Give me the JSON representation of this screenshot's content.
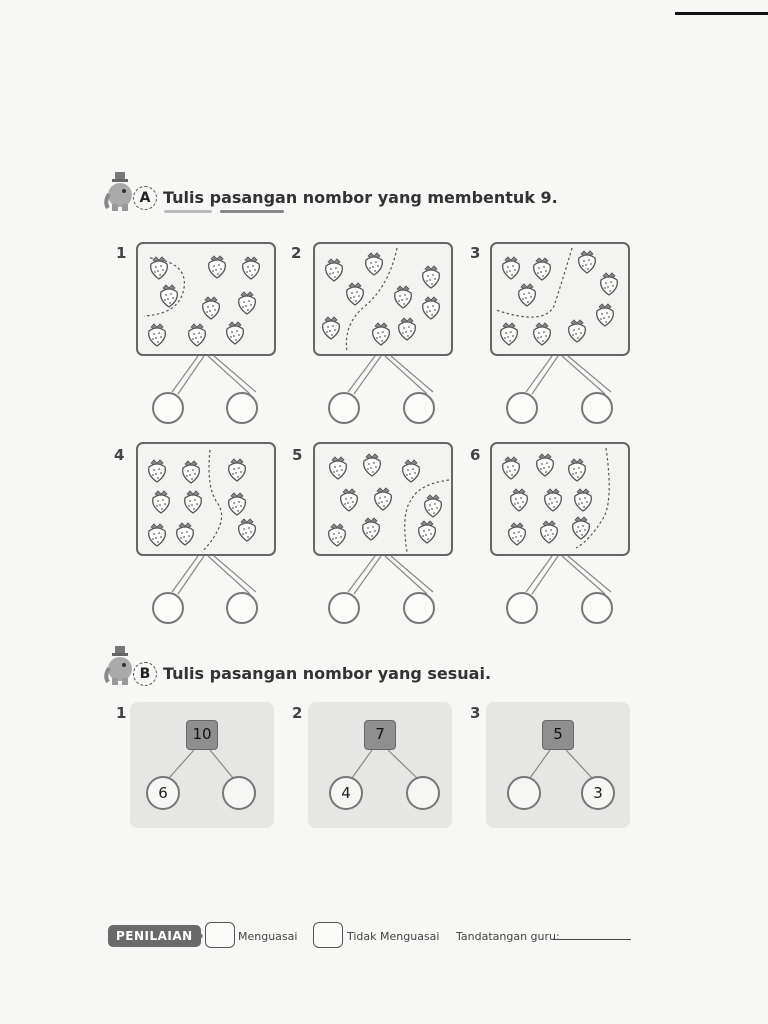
{
  "section_a": {
    "badge": "A",
    "instruction": "Tulis pasangan nombor yang membentuk 9.",
    "questions": [
      {
        "number": "1"
      },
      {
        "number": "2"
      },
      {
        "number": "3"
      },
      {
        "number": "4"
      },
      {
        "number": "5"
      },
      {
        "number": "6"
      }
    ]
  },
  "section_b": {
    "badge": "B",
    "instruction": "Tulis pasangan nombor yang sesuai.",
    "questions": [
      {
        "number": "1",
        "whole": "10",
        "left": "6",
        "right": ""
      },
      {
        "number": "2",
        "whole": "7",
        "left": "4",
        "right": ""
      },
      {
        "number": "3",
        "whole": "5",
        "left": "",
        "right": "3"
      }
    ]
  },
  "assessment": {
    "tag": "PENILAIAN",
    "option_1": "Menguasai",
    "option_2": "Tidak Menguasai",
    "signature_label": "Tandatangan guru:"
  },
  "icons": {
    "mascot": "elephant-magician-icon",
    "fruit": "strawberry-icon"
  },
  "colors": {
    "box_border": "#666666",
    "panel_bg": "#e6e6e4",
    "number_tile": "#8e8e8e"
  }
}
